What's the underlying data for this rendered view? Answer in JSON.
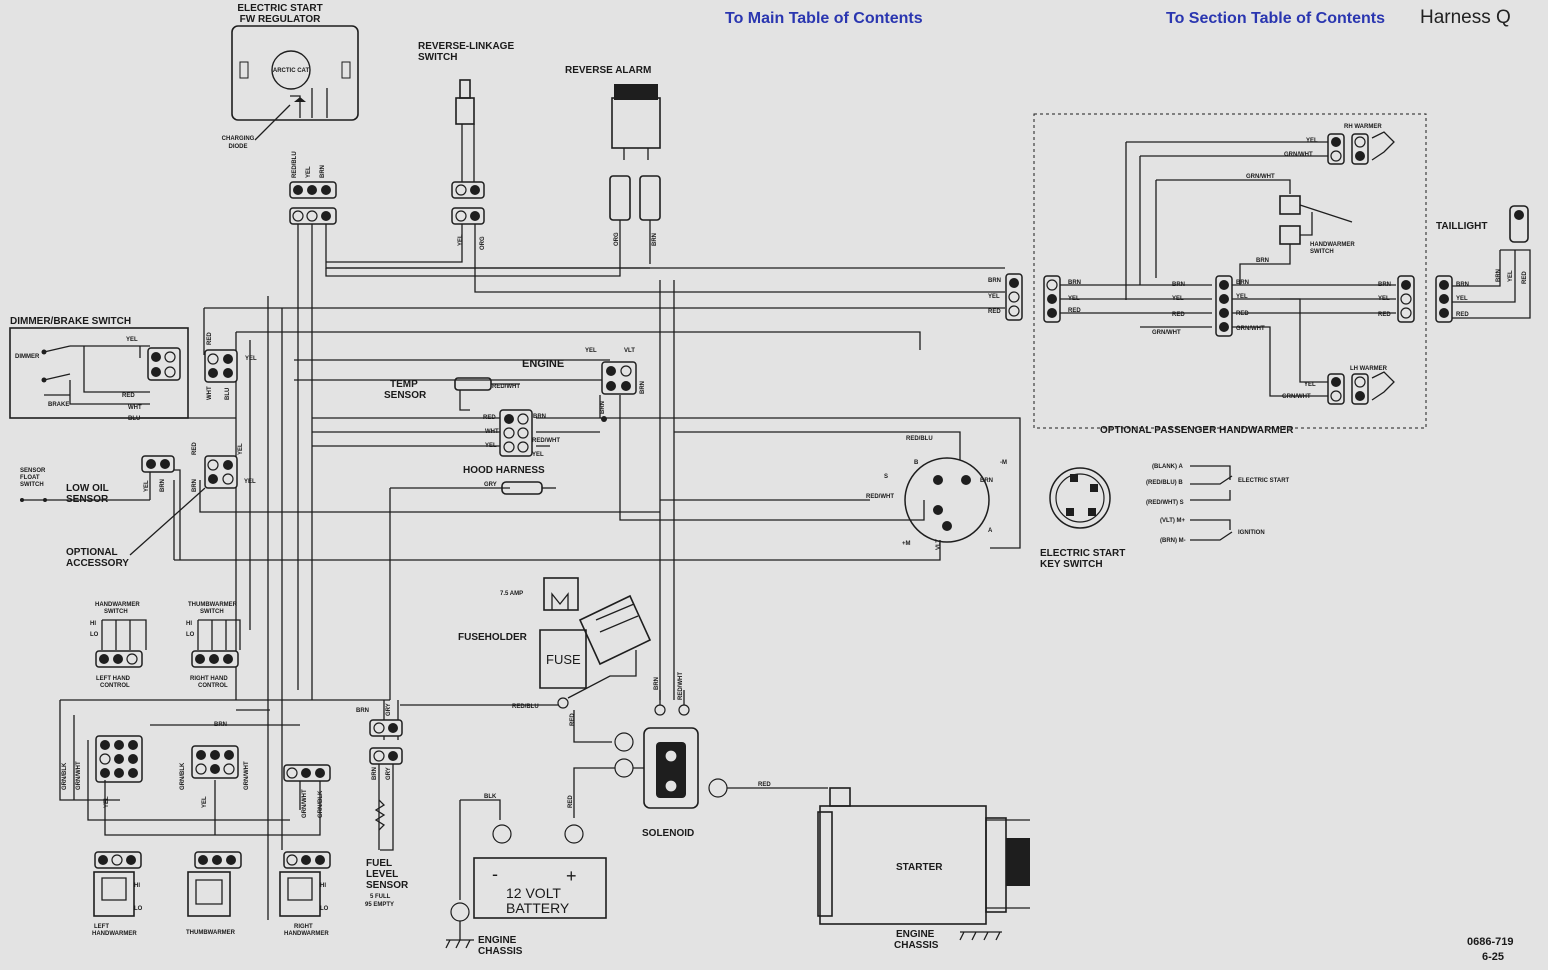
{
  "header": {
    "main_toc_link": "To Main Table of Contents",
    "section_toc_link": "To Section Table of Contents",
    "harness_title": "Harness Q"
  },
  "components": {
    "regulator": [
      "ELECTRIC START",
      "FW REGULATOR"
    ],
    "charging_diode": [
      "CHARGING",
      "DIODE"
    ],
    "reverse_linkage_switch": [
      "REVERSE-LINKAGE",
      "SWITCH"
    ],
    "reverse_alarm": "REVERSE ALARM",
    "dimmer_brake_switch": "DIMMER/BRAKE SWITCH",
    "dimmer": "DIMMER",
    "brake": "BRAKE",
    "engine": "ENGINE",
    "temp_sensor": [
      "TEMP",
      "SENSOR"
    ],
    "hood_harness": "HOOD HARNESS",
    "low_oil_sensor": [
      "LOW OIL",
      "SENSOR"
    ],
    "sensor_float_switch": [
      "SENSOR",
      "FLOAT",
      "SWITCH"
    ],
    "optional_accessory": [
      "OPTIONAL",
      "ACCESSORY"
    ],
    "handwarmer_switch": [
      "HANDWARMER",
      "SWITCH"
    ],
    "thumbwarmer_switch": [
      "THUMBWARMER",
      "SWITCH"
    ],
    "left_hand_control": [
      "LEFT HAND",
      "CONTROL"
    ],
    "right_hand_control": [
      "RIGHT HAND",
      "CONTROL"
    ],
    "fuseholder": "FUSEHOLDER",
    "fuse": "FUSE",
    "fuse_rating": "7.5 AMP",
    "fuel_level_sensor": [
      "FUEL",
      "LEVEL",
      "SENSOR"
    ],
    "fuel_level_range": [
      "5 FULL",
      "95 EMPTY"
    ],
    "solenoid": "SOLENOID",
    "battery": [
      "12 VOLT",
      "BATTERY"
    ],
    "battery_minus": "-",
    "battery_plus": "+",
    "starter": "STARTER",
    "engine_chassis": [
      "ENGINE",
      "CHASSIS"
    ],
    "left_handwarmer": [
      "LEFT",
      "HANDWARMER"
    ],
    "thumbwarmer": "THUMBWARMER",
    "right_handwarmer": [
      "RIGHT",
      "HANDWARMER"
    ],
    "hi": "HI",
    "lo": "LO",
    "key_switch": [
      "ELECTRIC START",
      "KEY SWITCH"
    ],
    "optional_passenger_handwarmer": "OPTIONAL PASSENGER HANDWARMER",
    "rh_warmer": "RH WARMER",
    "lh_warmer": "LH WARMER",
    "handwarmer_switch_passenger": [
      "HANDWARMER",
      "SWITCH"
    ],
    "taillight": "TAILLIGHT",
    "key_legend": [
      {
        "code": "(BLANK) A",
        "desc": ""
      },
      {
        "code": "(RED/BLU) B",
        "desc": "ELECTRIC START"
      },
      {
        "code": "(RED/WHT) S",
        "desc": ""
      },
      {
        "code": "(VLT) M+",
        "desc": "IGNITION"
      },
      {
        "code": "(BRN) M-",
        "desc": ""
      }
    ],
    "key_terminals": [
      "B",
      "S",
      "A",
      "-M",
      "+M"
    ]
  },
  "wire_colors": {
    "red_blu": "RED/BLU",
    "red_wht": "RED/WHT",
    "yel": "YEL",
    "brn": "BRN",
    "red": "RED",
    "org": "ORG",
    "wht": "WHT",
    "blu": "BLU",
    "vlt": "VLT",
    "gry": "GRY",
    "blk": "BLK",
    "grn_wht": "GRN/WHT",
    "grn_blk": "GRN/BLK"
  },
  "footer": {
    "part_number": "0686-719",
    "date": "6-25"
  }
}
